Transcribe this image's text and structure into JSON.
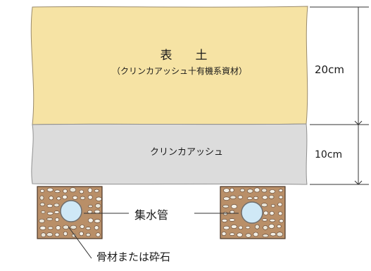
{
  "layers": {
    "topsoil": {
      "title": "表　土",
      "subtitle": "（クリンカアッシュ十有機系資材）",
      "thickness_label": "20cm",
      "color": "#f6e3a4"
    },
    "clinker_ash": {
      "title": "クリンカアッシュ",
      "thickness_label": "10cm",
      "color": "#dcdcdc"
    }
  },
  "drain": {
    "pipe_label": "集水管",
    "aggregate_label": "骨材または砕石",
    "pipe_count": 2,
    "pipe_color": "#cfe8f6",
    "aggregate_color": "#b98f68"
  }
}
